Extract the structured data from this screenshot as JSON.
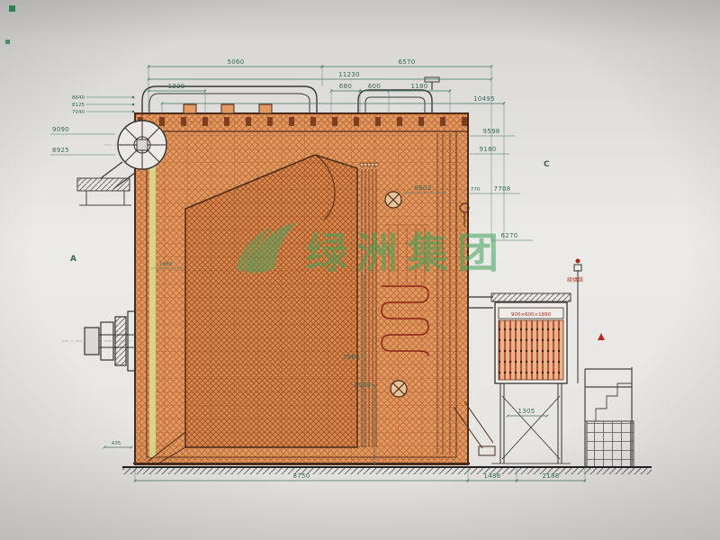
{
  "watermark": {
    "text": "绿洲集团"
  },
  "annotations": {
    "section_a": "A",
    "section_c": "C",
    "unit_spec": "900×600×1890",
    "right_note": "续烘焙"
  },
  "dims": {
    "top_left_span": "5060",
    "top_right_span": "6570",
    "top_total": "11230",
    "sub1": "1230",
    "sub2": "680",
    "sub3": "600",
    "sub4": "1180",
    "overall": "10495",
    "stack1": "8640",
    "stack2": "8125",
    "stack3": "7040",
    "left1": "9090",
    "left2": "8925",
    "right1": "9598",
    "right2": "9180",
    "right3": "8603",
    "right4": "770",
    "right5": "7708",
    "right6": "6270",
    "mid1": "1480",
    "mid2": "2960",
    "mid3": "2108",
    "mid4": "1305",
    "mid5": "435",
    "bottom1": "8750",
    "bottom2": "1486",
    "bottom3": "2188"
  }
}
